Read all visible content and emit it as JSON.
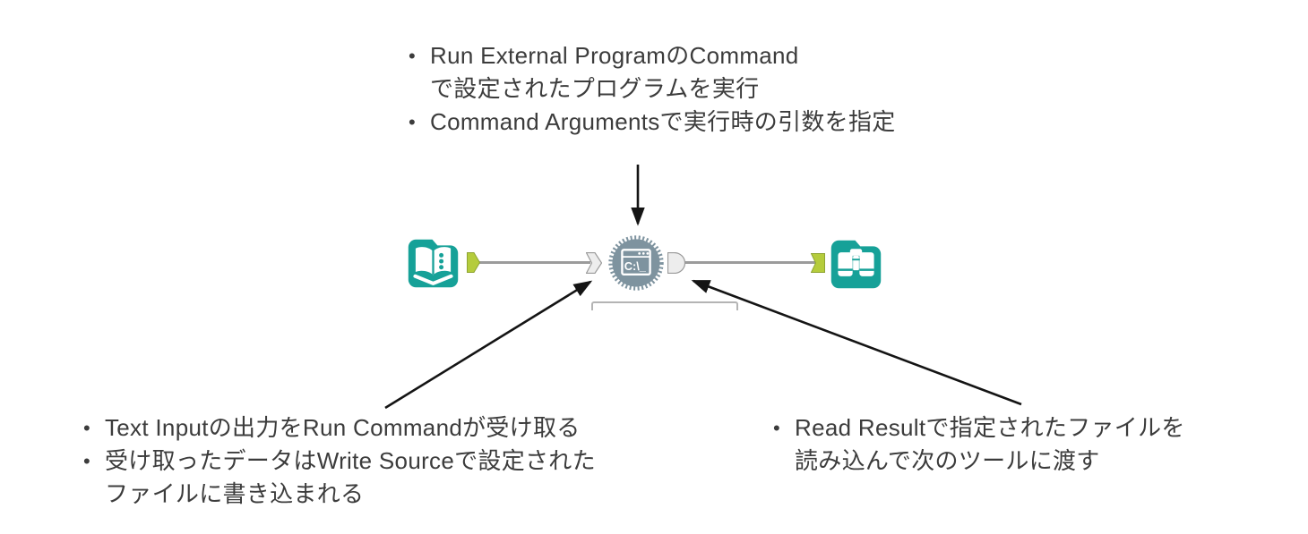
{
  "ui": {
    "bullet": "•"
  },
  "colors": {
    "tool_teal": "#16A198",
    "anchor_lime": "#B5CC3C",
    "anchor_lime_border": "#8FA433",
    "anchor_gray_fill": "#EDEDED",
    "anchor_gray_border": "#9B9B9B",
    "gear_slate": "#7E939F",
    "wire_gray": "#9B9B9B",
    "text_dark": "#3C3C3C",
    "arrow_black": "#141414",
    "label_box_border": "#B4B4B4"
  },
  "workflow": {
    "nodes": [
      {
        "icon": "book-icon"
      },
      {
        "icon": "command-window-gear-icon",
        "screen_text": "C:\\_"
      },
      {
        "icon": "binoculars-icon"
      }
    ]
  },
  "annotations": {
    "top": {
      "bullet1_line1": "Run External ProgramのCommand",
      "bullet1_line2": "で設定されたプログラムを実行",
      "bullet2": "Command Argumentsで実行時の引数を指定"
    },
    "bottom_left": {
      "bullet1": "Text Inputの出力をRun Commandが受け取る",
      "bullet2_line1": "受け取ったデータはWrite Sourceで設定された",
      "bullet2_line2": "ファイルに書き込まれる"
    },
    "bottom_right": {
      "bullet1_line1": "Read Resultで指定されたファイルを",
      "bullet1_line2": "読み込んで次のツールに渡す"
    }
  }
}
